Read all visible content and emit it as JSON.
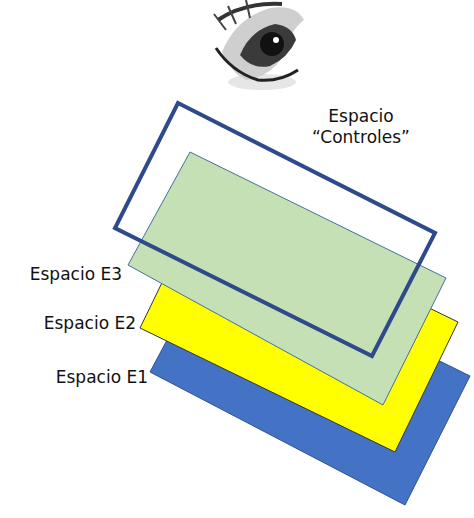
{
  "diagram": {
    "nodes": [
      {
        "text": [
          "Espacio “Controles”"
        ]
      },
      {
        "text": [
          "Espacio E3"
        ]
      },
      {
        "text": [
          "Espacio E2"
        ]
      },
      {
        "text": [
          "Espacio E1"
        ]
      }
    ]
  }
}
